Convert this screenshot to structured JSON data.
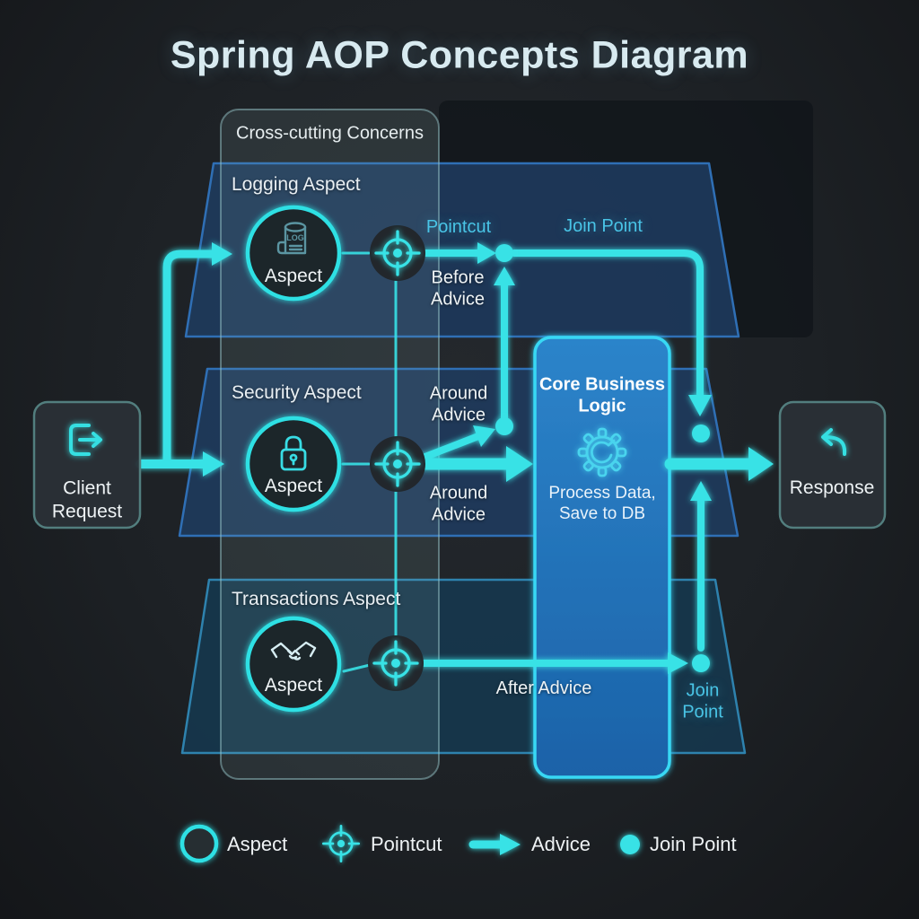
{
  "title": "Spring AOP Concepts Diagram",
  "cross_cutting_panel": {
    "label": "Cross-cutting Concerns"
  },
  "bands": [
    {
      "label": "Logging Aspect",
      "aspect_label": "Aspect",
      "icon": "log-scroll-icon",
      "icon_text": "LOG"
    },
    {
      "label": "Security Aspect",
      "aspect_label": "Aspect",
      "icon": "padlock-icon"
    },
    {
      "label": "Transactions Aspect",
      "aspect_label": "Aspect",
      "icon": "handshake-icon"
    }
  ],
  "flow_labels": {
    "pointcut": "Pointcut",
    "join_point_top": "Join Point",
    "before_advice": "Before\nAdvice",
    "around_advice_top": "Around\nAdvice",
    "around_advice_bottom": "Around\nAdvice",
    "after_advice": "After Advice",
    "join_point_bottom": "Join\nPoint"
  },
  "core_box": {
    "title": "Core Business\nLogic",
    "subtitle": "Process Data,\nSave to DB",
    "icon": "gear-icon"
  },
  "client_box": {
    "label": "Client\nRequest",
    "icon": "logout-arrow-icon"
  },
  "response_box": {
    "label": "Response",
    "icon": "return-arrow-icon"
  },
  "legend": {
    "aspect": "Aspect",
    "pointcut": "Pointcut",
    "advice": "Advice",
    "join_point": "Join Point"
  },
  "colors": {
    "accent_cyan": "#38e2e6",
    "cyan_label": "#49c4e6",
    "band_fill": "#1e3c60",
    "band_border": "#2f6fb5",
    "transactions_band_fill": "#16384e",
    "transactions_band_border": "#2e82ae",
    "core_box_border": "#38d8f4",
    "core_box_fill_top": "#2c84ca",
    "core_box_fill_bottom": "#1b62a8",
    "endpoint_fill": "#2a3036",
    "endpoint_border": "#527e7e",
    "background": "#1d2125",
    "title_color": "#d8eaf0"
  }
}
